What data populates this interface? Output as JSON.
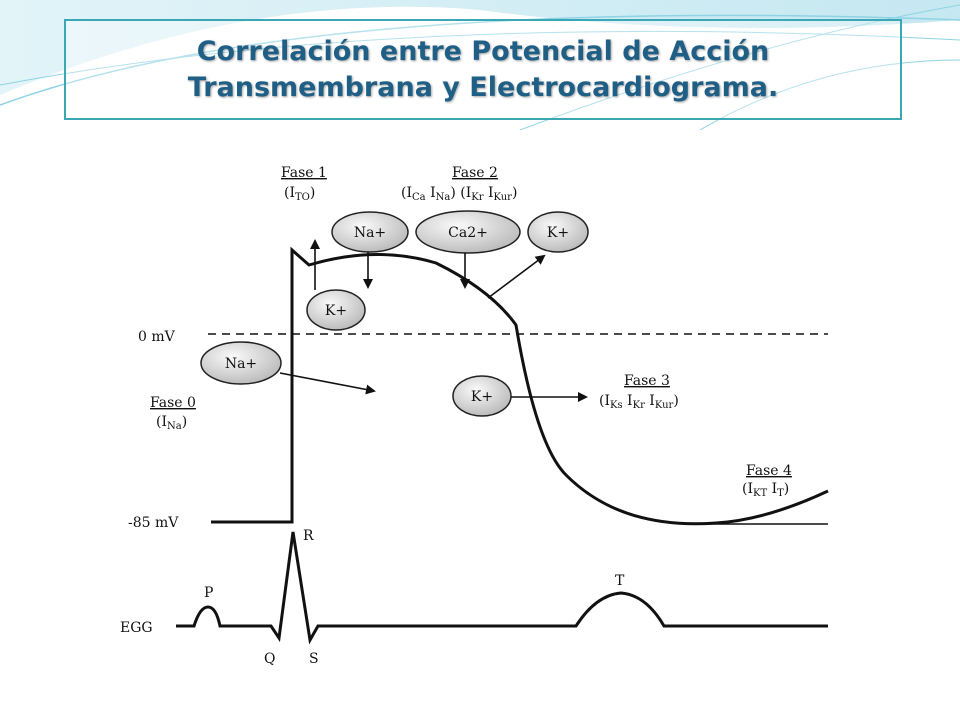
{
  "title": {
    "line1": "Correlación entre Potencial de Acción",
    "line2": "Transmembrana y Electrocardiograma."
  },
  "colors": {
    "title_text": "#1f5f86",
    "title_border": "#3aa6b6",
    "decoration": "#8fd3e4"
  },
  "voltage_labels": {
    "zero": "0 mV",
    "rest": "-85 mV",
    "ecg": "EGG"
  },
  "phases": {
    "fase1": {
      "name": "Fase 1",
      "currents": [
        "I",
        "TO"
      ]
    },
    "fase2": {
      "name": "Fase 2",
      "currents": [
        "Ca",
        "Na",
        "Kr",
        "Kur"
      ]
    },
    "fase0": {
      "name": "Fase 0",
      "currents": [
        "Na"
      ]
    },
    "fase3": {
      "name": "Fase 3",
      "currents": [
        "Ks",
        "Kr",
        "Kur"
      ]
    },
    "fase4": {
      "name": "Fase 4",
      "currents": [
        "KT",
        "T"
      ]
    }
  },
  "ions": {
    "na_top": "Na+",
    "ca_top": "Ca2+",
    "k_top": "K+",
    "k_left": "K+",
    "na_left": "Na+",
    "k_mid": "K+"
  },
  "ecg_waves": {
    "p": "P",
    "q": "Q",
    "r": "R",
    "s": "S",
    "t": "T"
  }
}
